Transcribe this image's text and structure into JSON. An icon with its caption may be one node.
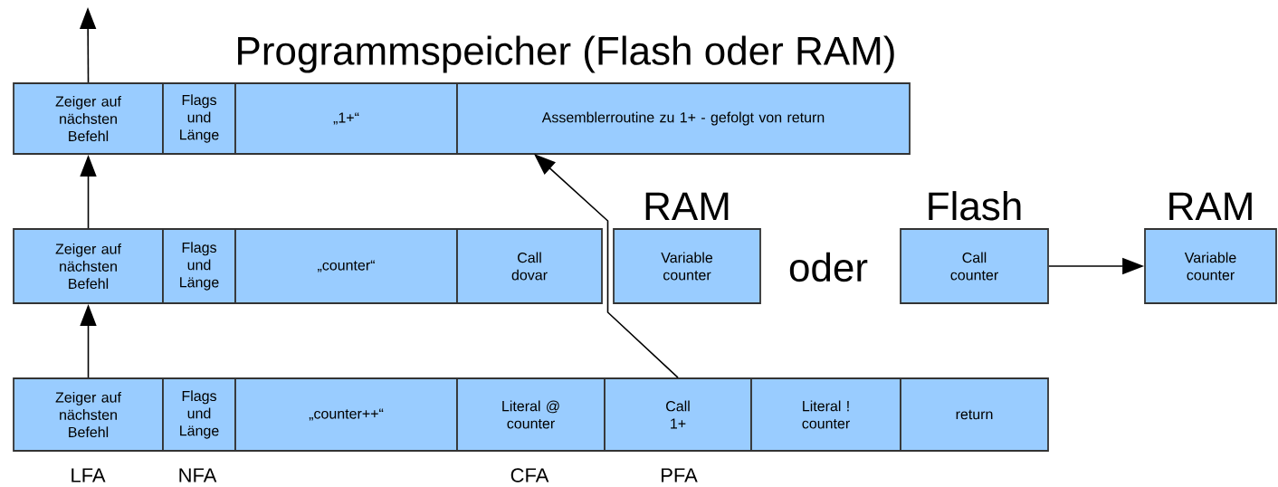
{
  "diagram": {
    "title": "Programmspeicher (Flash oder RAM)",
    "nodes": [
      {
        "text": [
          "Zeiger auf nächsten Befehl"
        ]
      },
      {
        "text": [
          "Flags und Länge"
        ]
      },
      {
        "text": [
          "„1+“"
        ]
      },
      {
        "text": [
          "Assemblerroutine zu 1+ - gefolgt von return"
        ]
      },
      {
        "text": [
          "Zeiger auf nächsten Befehl"
        ]
      },
      {
        "text": [
          "Flags und Länge"
        ]
      },
      {
        "text": [
          "„counter“"
        ]
      },
      {
        "text": [
          "Call dovar"
        ]
      },
      {
        "text": [
          "Variable counter"
        ],
        "beside": [
          "RAM"
        ]
      },
      {
        "text": [
          "Call counter"
        ],
        "beside": [
          "Flash"
        ]
      },
      {
        "text": [
          "Variable counter"
        ],
        "beside": [
          "RAM"
        ]
      },
      {
        "text": [
          "Zeiger auf nächsten Befehl"
        ]
      },
      {
        "text": [
          "Flags und Länge"
        ]
      },
      {
        "text": [
          "„counter++“"
        ]
      },
      {
        "text": [
          "Literal @ counter"
        ]
      },
      {
        "text": [
          "Call 1+"
        ]
      },
      {
        "text": [
          "Literal ! counter"
        ]
      },
      {
        "text": [
          "return"
        ]
      }
    ],
    "edges": [
      {
        "from": 11,
        "to": 4,
        "arrow": "to"
      },
      {
        "from": 4,
        "to": 0,
        "arrow": "to"
      },
      {
        "from": 0,
        "to": null,
        "arrow": "to"
      },
      {
        "from": 15,
        "to": 3,
        "arrow": "to"
      },
      {
        "from": 9,
        "to": 10,
        "arrow": "to"
      }
    ],
    "labels": [
      "oder",
      "LFA",
      "NFA",
      "CFA",
      "PFA"
    ]
  }
}
